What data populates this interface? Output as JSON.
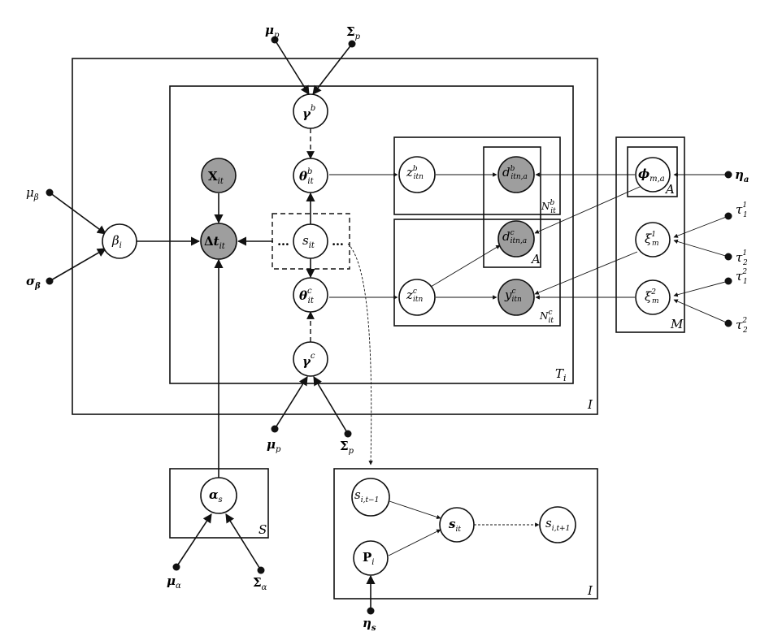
{
  "plates": {
    "outer_individuals": "I",
    "time_periods": "T_i",
    "binary_items": "N^b_it",
    "continuous_items": "N^c_it",
    "attributes_inner": "A",
    "attributes_measurement": "A",
    "measurement": "M",
    "states": "S",
    "transition_individuals": "I"
  },
  "nodes": {
    "gamma_b": "γ^b",
    "gamma_c": "γ^c",
    "theta_b": "θ^b_it",
    "theta_c": "θ^c_it",
    "X": "X_it",
    "delta_t": "Δt_it",
    "beta": "β_i",
    "s": "s_it",
    "z_b": "z^b_itn",
    "z_c": "z^c_itn",
    "d_b": "d^b_itn,a",
    "d_c": "d^c_itn,a",
    "y_c": "y^c_itn",
    "phi": "φ_m,a",
    "xi1": "ξ^1_m",
    "xi2": "ξ^2_m",
    "alpha": "α_s",
    "s_prev": "s_i,t−1",
    "s_cur": "s_it",
    "s_next": "s_i,t+1",
    "P": "P_i",
    "dots_left": "…",
    "dots_right": "…"
  },
  "hyperparameters": {
    "mu_p_top": "μ_p",
    "sigma_p_top": "Σ_p",
    "mu_p_bottom": "μ_p",
    "sigma_p_bottom": "Σ_p",
    "mu_beta": "μ_β",
    "sigma_beta": "σ_β",
    "eta_a": "η_a",
    "tau_1_1": "τ^1_1",
    "tau_2_1": "τ^1_2",
    "tau_1_2": "τ^2_1",
    "tau_2_2": "τ^2_2",
    "mu_alpha": "μ_α",
    "sigma_alpha": "Σ_α",
    "eta_s": "η_s"
  }
}
